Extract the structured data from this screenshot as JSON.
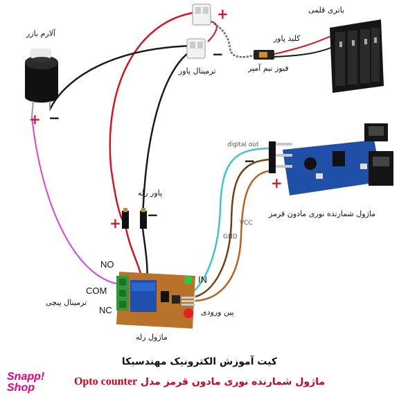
{
  "labels": {
    "battery": "باتری قلمی",
    "power_switch": "کلید پاور",
    "fuse": "فیوز نیم آمپر",
    "power_terminal": "ترمینال پاور",
    "buzzer": "آلارم بازر",
    "relay_power": "پاور رله",
    "digital_out": "digital out",
    "gnd": "GND",
    "vcc": "VCC",
    "sensor_module": "ماژول شمارنده نوری مادون قرمز",
    "input_pin": "پین ورودی",
    "screw_terminal": "ترمینال پیچی",
    "relay_module": "ماژول رله",
    "pin_no": "NO",
    "pin_com": "COM",
    "pin_nc": "NC",
    "pin_in": "IN",
    "plus": "+",
    "minus": "−"
  },
  "caption": {
    "title": "کیت آموزش الکترونیک مهندسیکا",
    "subtitle_fa": "ماژول شمارنده نوری مادون قرمز  مدل",
    "model": "Opto counter"
  },
  "logo": {
    "line1": "Snapp!",
    "line2": "Shop"
  },
  "colors": {
    "wire_red": "#d8141f",
    "wire_black": "#1a1a1a",
    "wire_pink": "#e040e0",
    "wire_cyan": "#3cc8c0",
    "wire_brown": "#b8621c",
    "wire_darkbrown": "#7a3a10",
    "pcb_blue": "#1f4fa6",
    "pcb_relay": "#b8722a",
    "sign_red": "#e0102a",
    "caption_red": "#d0021b",
    "logo_magenta": "#e6007e"
  }
}
